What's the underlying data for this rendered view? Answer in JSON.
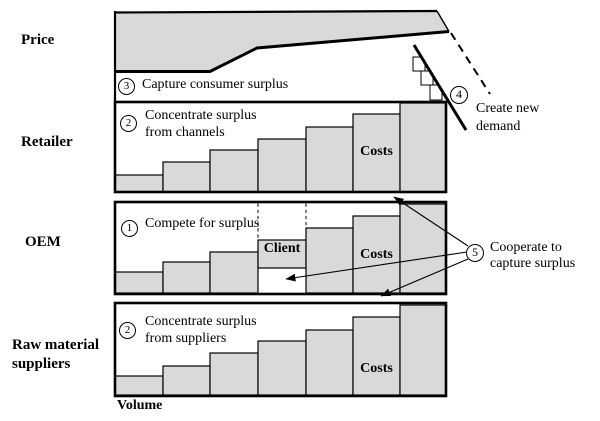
{
  "colors": {
    "bar_fill": "#d9d9d9",
    "line": "#000000",
    "background": "#ffffff"
  },
  "row_labels": {
    "price": "Price",
    "retailer": "Retailer",
    "oem": "OEM",
    "raw_material_line1": "Raw material",
    "raw_material_line2": "suppliers"
  },
  "axis": {
    "volume": "Volume"
  },
  "bar_labels": {
    "costs": "Costs",
    "client": "Client"
  },
  "annotations": {
    "capture_consumer_surplus": {
      "number": "3",
      "text": "Capture consumer surplus"
    },
    "concentrate_from_channels": {
      "number": "2",
      "line1": "Concentrate surplus",
      "line2": "from channels"
    },
    "compete_for_surplus": {
      "number": "1",
      "text": "Compete for surplus"
    },
    "concentrate_from_suppliers": {
      "number": "2",
      "line1": "Concentrate surplus",
      "line2": "from suppliers"
    },
    "create_new_demand": {
      "number": "4",
      "line1": "Create new",
      "line2": "demand"
    },
    "cooperate_capture_surplus": {
      "number": "5",
      "line1": "Cooperate to",
      "line2": "capture surplus"
    }
  }
}
